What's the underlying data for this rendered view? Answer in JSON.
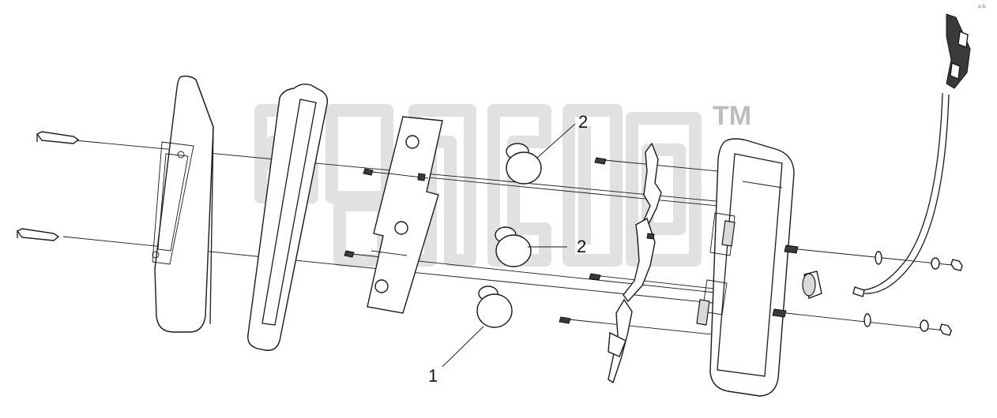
{
  "watermark": {
    "trademark": "TM"
  },
  "callouts": [
    {
      "id": "callout-2-top",
      "label": "2"
    },
    {
      "id": "callout-2-mid",
      "label": "2"
    },
    {
      "id": "callout-1",
      "label": "1"
    }
  ],
  "corner_mark": "a-b"
}
